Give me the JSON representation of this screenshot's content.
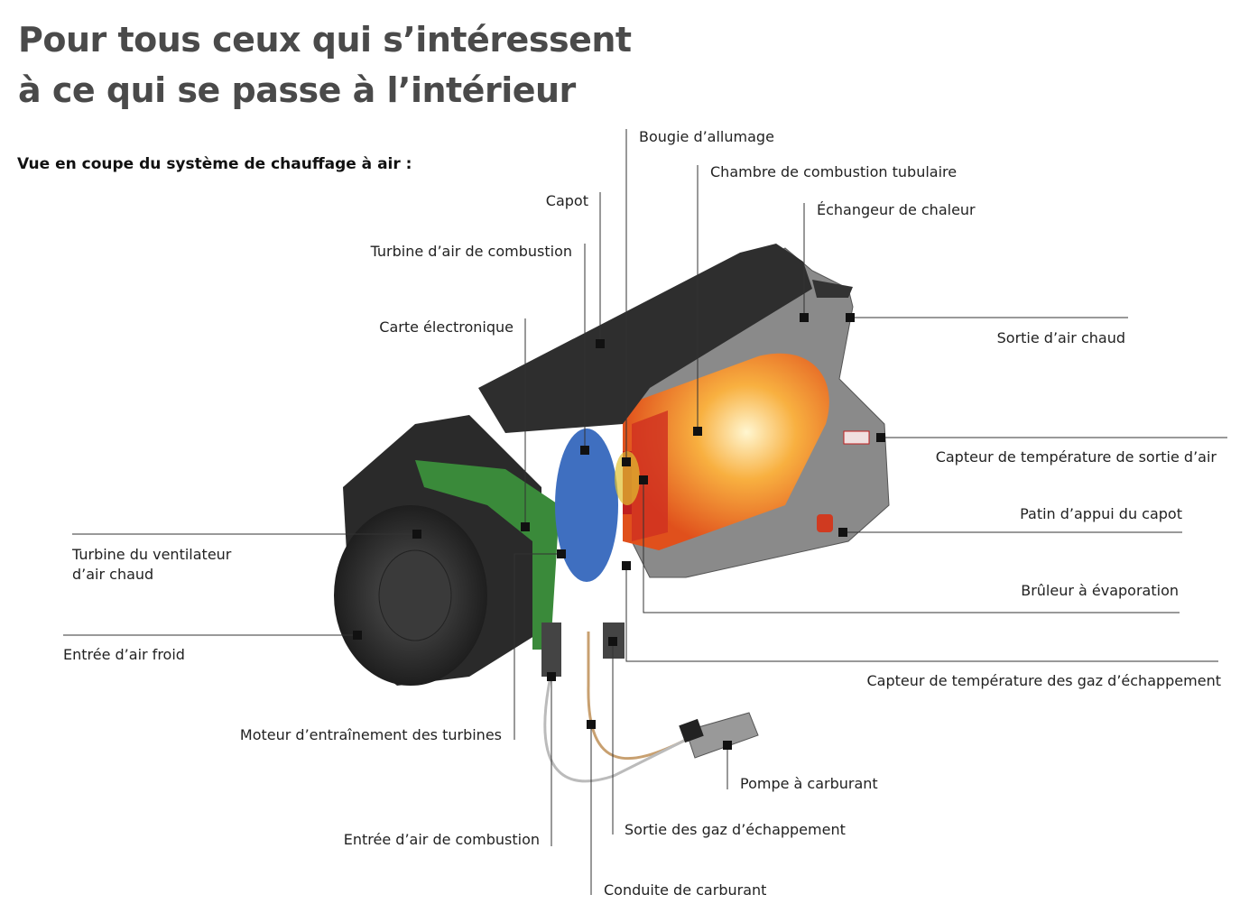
{
  "title": {
    "line1": "Pour tous ceux qui s’intéressent",
    "line2": "à ce qui se passe à l’intérieur"
  },
  "subtitle": "Vue en coupe du système de chauffage à air :",
  "labels": {
    "bougie": "Bougie d’allumage",
    "chambre": "Chambre de combustion tubulaire",
    "echangeur": "Échangeur de chaleur",
    "capot": "Capot",
    "turbine_combustion": "Turbine d’air de combustion",
    "carte": "Carte électronique",
    "sortie_air_chaud": "Sortie d’air chaud",
    "capteur_sortie_air": "Capteur de température de sortie d’air",
    "patin": "Patin d’appui du capot",
    "bruleur": "Brûleur à évaporation",
    "capteur_gaz": "Capteur de température des gaz d’échappement",
    "turbine_ventilateur_1": "Turbine du ventilateur",
    "turbine_ventilateur_2": "d’air chaud",
    "entree_air_froid": "Entrée d’air froid",
    "moteur": "Moteur d’entraînement des turbines",
    "pompe": "Pompe à carburant",
    "sortie_gaz": "Sortie des gaz d’échappement",
    "entree_air_combustion": "Entrée d’air de combustion",
    "conduite": "Conduite de carburant"
  }
}
